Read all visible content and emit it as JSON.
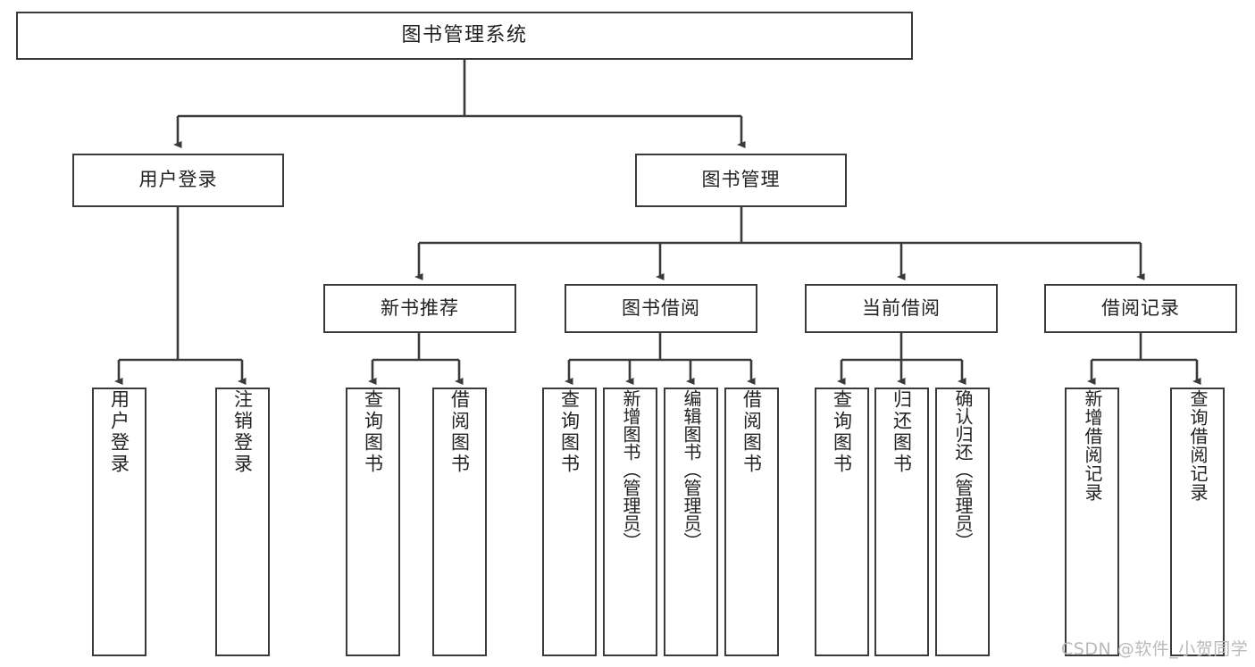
{
  "diagram": {
    "type": "tree",
    "title": "图书管理系统",
    "orientation": "top-down",
    "stroke_color": "#3a3a3a",
    "fill_color": "#ffffff",
    "text_color": "#222222"
  },
  "root": {
    "label": "图书管理系统"
  },
  "level2": [
    {
      "label": "用户登录"
    },
    {
      "label": "图书管理"
    }
  ],
  "level3": [
    {
      "label": "新书推荐"
    },
    {
      "label": "图书借阅"
    },
    {
      "label": "当前借阅"
    },
    {
      "label": "借阅记录"
    }
  ],
  "leaves": {
    "user_login": [
      {
        "label": "用户登录"
      },
      {
        "label": "注销登录"
      }
    ],
    "new_book_recommend": [
      {
        "label": "查询图书"
      },
      {
        "label": "借阅图书"
      }
    ],
    "book_borrow": [
      {
        "label": "查询图书"
      },
      {
        "label": "新增图书（管理员）"
      },
      {
        "label": "编辑图书（管理员）"
      },
      {
        "label": "借阅图书"
      }
    ],
    "current_borrow": [
      {
        "label": "查询图书"
      },
      {
        "label": "归还图书"
      },
      {
        "label": "确认归还（管理员）"
      }
    ],
    "borrow_record": [
      {
        "label": "新增借阅记录"
      },
      {
        "label": "查询借阅记录"
      }
    ]
  },
  "watermark": {
    "text": "CSDN @软件_小贺同学"
  }
}
